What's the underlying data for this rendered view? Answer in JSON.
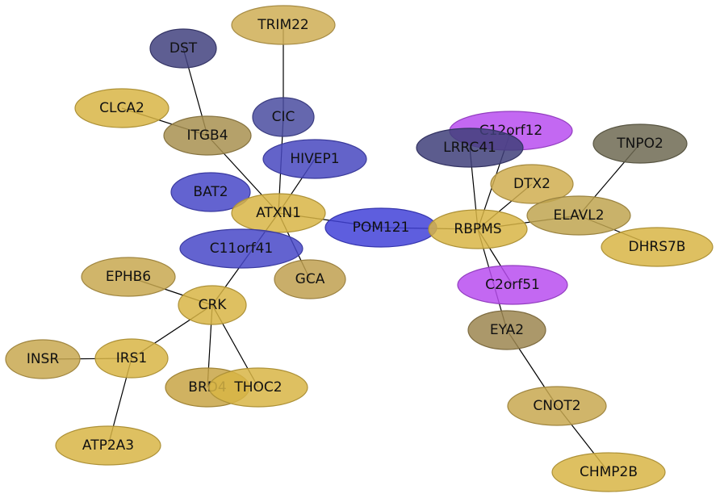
{
  "palette": {
    "gold": "#d8b545",
    "olive": "#a89050",
    "dark_olive": "#6e6a52",
    "navy": "#40407f",
    "blue": "#4848c8",
    "purple": "#b84ef0"
  },
  "nodes": [
    {
      "id": "TRIM22",
      "label": "TRIM22",
      "color": "#cfae55"
    },
    {
      "id": "DST",
      "label": "DST",
      "color": "#42427f"
    },
    {
      "id": "CIC",
      "label": "CIC",
      "color": "#4a4ca0"
    },
    {
      "id": "CLCA2",
      "label": "CLCA2",
      "color": "#d8b545"
    },
    {
      "id": "ITGB4",
      "label": "ITGB4",
      "color": "#a89050"
    },
    {
      "id": "HIVEP1",
      "label": "HIVEP1",
      "color": "#4848c0"
    },
    {
      "id": "BAT2",
      "label": "BAT2",
      "color": "#4848c8"
    },
    {
      "id": "ATXN1",
      "label": "ATXN1",
      "color": "#d8b545"
    },
    {
      "id": "POM121",
      "label": "POM121",
      "color": "#4242d8"
    },
    {
      "id": "C11orf41",
      "label": "C11orf41",
      "color": "#4848c8"
    },
    {
      "id": "GCA",
      "label": "GCA",
      "color": "#c0a050"
    },
    {
      "id": "EPHB6",
      "label": "EPHB6",
      "color": "#c8a850"
    },
    {
      "id": "CRK",
      "label": "CRK",
      "color": "#d8b545"
    },
    {
      "id": "INSR",
      "label": "INSR",
      "color": "#c8a850"
    },
    {
      "id": "IRS1",
      "label": "IRS1",
      "color": "#d8b545"
    },
    {
      "id": "BRD4",
      "label": "BRD4",
      "color": "#c8a545"
    },
    {
      "id": "THOC2",
      "label": "THOC2",
      "color": "#d8b545"
    },
    {
      "id": "ATP2A3",
      "label": "ATP2A3",
      "color": "#d8b545"
    },
    {
      "id": "C12orf12",
      "label": "C12orf12",
      "color": "#b84ef0"
    },
    {
      "id": "LRRC41",
      "label": "LRRC41",
      "color": "#40407a"
    },
    {
      "id": "TNPO2",
      "label": "TNPO2",
      "color": "#6e6a52"
    },
    {
      "id": "DTX2",
      "label": "DTX2",
      "color": "#d0ae50"
    },
    {
      "id": "RBPMS",
      "label": "RBPMS",
      "color": "#d8b545"
    },
    {
      "id": "ELAVL2",
      "label": "ELAVL2",
      "color": "#c0a450"
    },
    {
      "id": "DHRS7B",
      "label": "DHRS7B",
      "color": "#d8b545"
    },
    {
      "id": "C2orf51",
      "label": "C2orf51",
      "color": "#b84ef0"
    },
    {
      "id": "EYA2",
      "label": "EYA2",
      "color": "#9c8650"
    },
    {
      "id": "CNOT2",
      "label": "CNOT2",
      "color": "#c8a850"
    },
    {
      "id": "CHMP2B",
      "label": "CHMP2B",
      "color": "#d8b545"
    }
  ],
  "edges": [
    [
      "TRIM22",
      "CIC"
    ],
    [
      "DST",
      "ITGB4"
    ],
    [
      "CLCA2",
      "ITGB4"
    ],
    [
      "ITGB4",
      "ATXN1"
    ],
    [
      "CIC",
      "ATXN1"
    ],
    [
      "HIVEP1",
      "ATXN1"
    ],
    [
      "ATXN1",
      "POM121"
    ],
    [
      "ATXN1",
      "GCA"
    ],
    [
      "ATXN1",
      "CRK"
    ],
    [
      "POM121",
      "RBPMS"
    ],
    [
      "EPHB6",
      "CRK"
    ],
    [
      "CRK",
      "IRS1"
    ],
    [
      "CRK",
      "BRD4"
    ],
    [
      "CRK",
      "THOC2"
    ],
    [
      "INSR",
      "IRS1"
    ],
    [
      "IRS1",
      "ATP2A3"
    ],
    [
      "LRRC41",
      "RBPMS"
    ],
    [
      "C12orf12",
      "RBPMS"
    ],
    [
      "DTX2",
      "RBPMS"
    ],
    [
      "RBPMS",
      "ELAVL2"
    ],
    [
      "TNPO2",
      "ELAVL2"
    ],
    [
      "ELAVL2",
      "DHRS7B"
    ],
    [
      "RBPMS",
      "C2orf51"
    ],
    [
      "RBPMS",
      "EYA2"
    ],
    [
      "EYA2",
      "CNOT2"
    ],
    [
      "CNOT2",
      "CHMP2B"
    ]
  ]
}
